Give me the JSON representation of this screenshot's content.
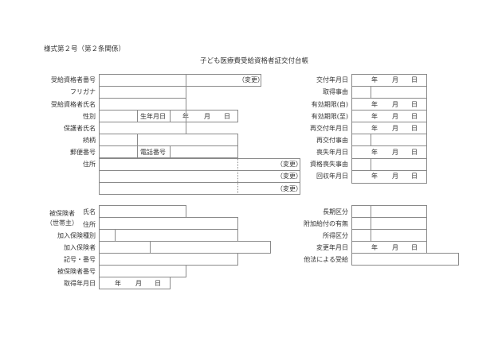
{
  "header": {
    "form_number": "様式第２号（第２条関係）",
    "title": "子ども医療費受給資格者証交付台帳"
  },
  "common": {
    "year": "年",
    "month": "月",
    "day": "日",
    "change": "（変更）"
  },
  "left_top": {
    "recipient_number": "受給資格者番号",
    "furigana": "フリガナ",
    "recipient_name": "受給資格者氏名",
    "gender": "性別",
    "birth_date": "生年月日",
    "guardian_name": "保護者氏名",
    "relationship": "続柄",
    "postal_code": "郵便番号",
    "phone_number": "電話番号",
    "address": "住所"
  },
  "right_top": {
    "issue_date": "交付年月日",
    "acquisition_reason": "取得事由",
    "valid_from": "有効期限(自)",
    "valid_to": "有効期限(至)",
    "reissue_date": "再交付年月日",
    "reissue_reason": "再交付事由",
    "loss_date": "喪失年月日",
    "loss_reason": "資格喪失事由",
    "collection_date": "回収年月日"
  },
  "left_bottom": {
    "insured_label_1": "被保険者",
    "insured_label_2": "（世帯主）",
    "name": "氏名",
    "address": "住所",
    "insurance_type": "加入保険種別",
    "insurer": "加入保険者",
    "symbol_number": "記号・番号",
    "insured_number": "被保険者番号",
    "acquisition_date": "取得年月日"
  },
  "right_bottom": {
    "long_term": "長期区分",
    "additional_benefit": "附加給付の有無",
    "income_class": "所得区分",
    "change_date": "変更年月日",
    "other_law": "他法による受給"
  }
}
